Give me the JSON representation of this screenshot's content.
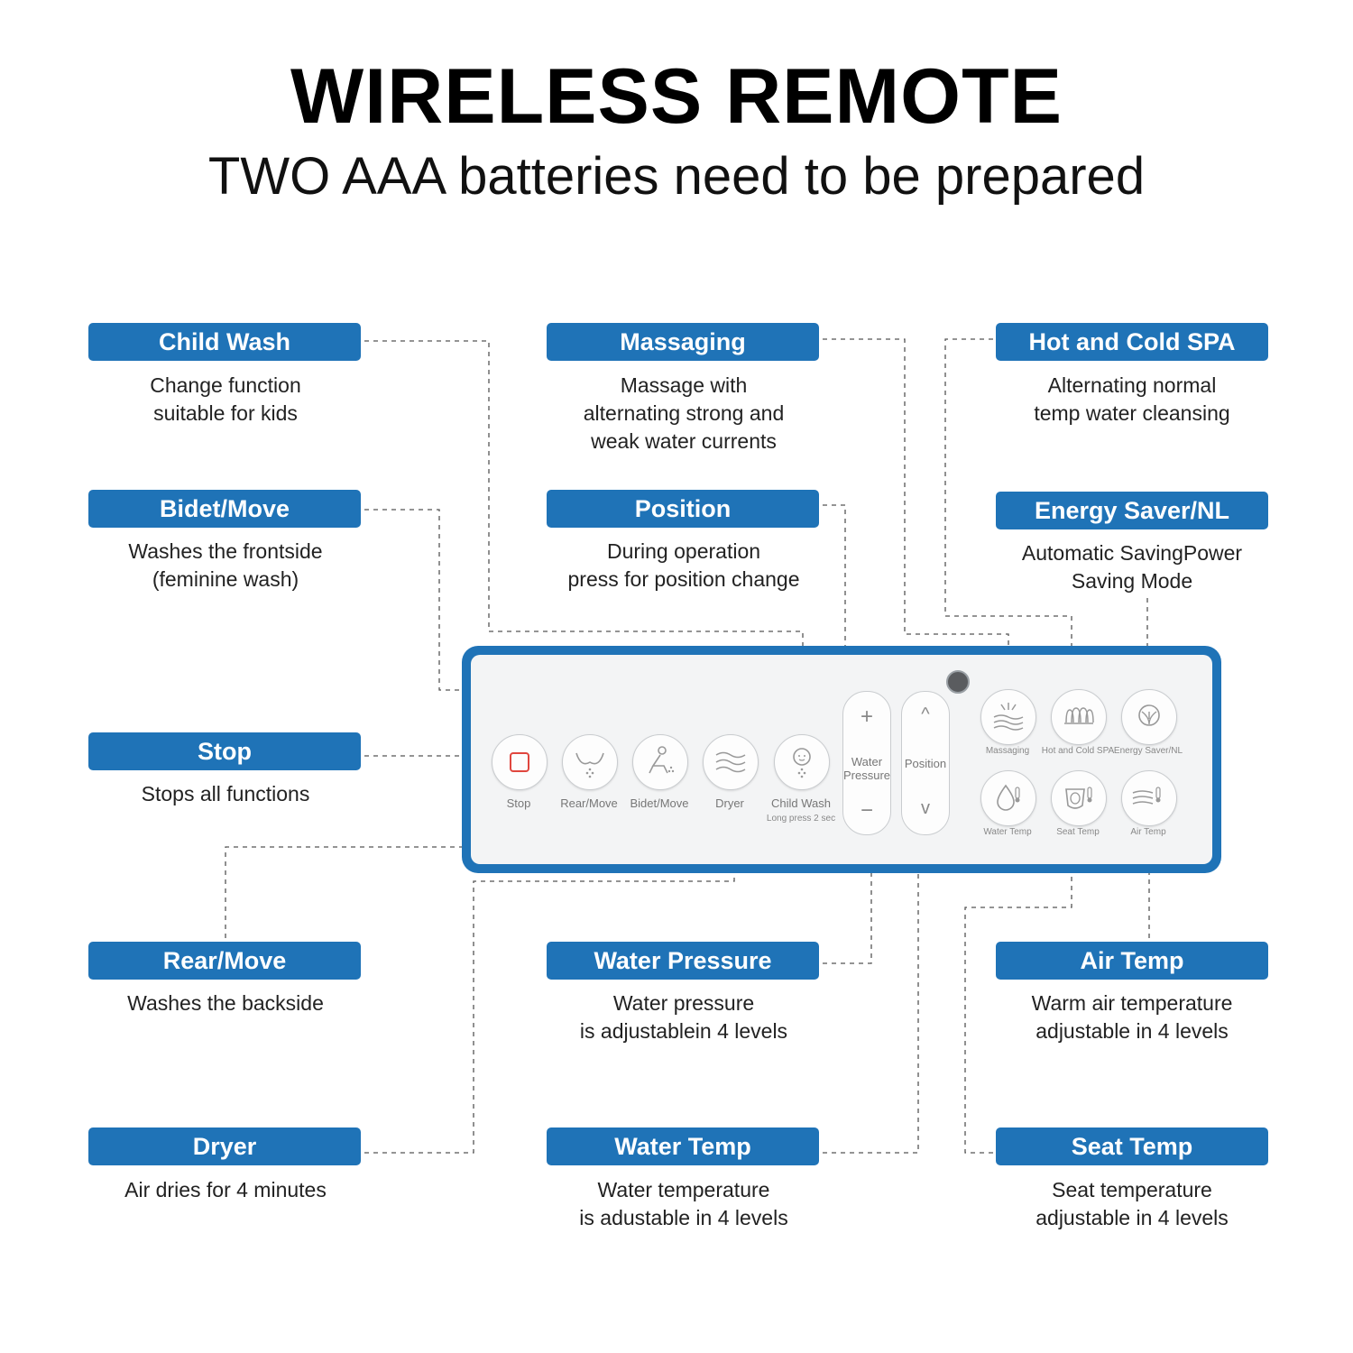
{
  "header": {
    "title": "WIRELESS REMOTE",
    "subtitle": "TWO AAA batteries need to be prepared"
  },
  "features": {
    "child_wash": {
      "label": "Child Wash",
      "desc": "Change function\nsuitable for kids"
    },
    "massaging": {
      "label": "Massaging",
      "desc": "Massage with\nalternating strong and\nweak water currents"
    },
    "hot_cold_spa": {
      "label": "Hot and Cold SPA",
      "desc": "Alternating normal\ntemp water cleansing"
    },
    "bidet_move": {
      "label": "Bidet/Move",
      "desc": "Washes the frontside\n(feminine wash)"
    },
    "position": {
      "label": "Position",
      "desc": "During operation\npress for position change"
    },
    "energy_saver": {
      "label": "Energy Saver/NL",
      "desc": "Automatic SavingPower\nSaving Mode"
    },
    "stop": {
      "label": "Stop",
      "desc": "Stops all functions"
    },
    "rear_move": {
      "label": "Rear/Move",
      "desc": "Washes the backside"
    },
    "water_pressure": {
      "label": "Water Pressure",
      "desc": "Water pressure\nis adjustablein 4 levels"
    },
    "air_temp": {
      "label": "Air Temp",
      "desc": "Warm air temperature\nadjustable in 4 levels"
    },
    "dryer": {
      "label": "Dryer",
      "desc": "Air dries for 4 minutes"
    },
    "water_temp": {
      "label": "Water Temp",
      "desc": "Water temperature\nis adustable in 4 levels"
    },
    "seat_temp": {
      "label": "Seat Temp",
      "desc": "Seat temperature\nadjustable in 4 levels"
    }
  },
  "remote": {
    "buttons": {
      "stop": "Stop",
      "rear_move": "Rear/Move",
      "bidet_move": "Bidet/Move",
      "dryer": "Dryer",
      "child_wash": "Child Wash",
      "child_wash_note": "Long press 2 sec",
      "water_pressure": "Water\nPressure",
      "position": "Position",
      "massaging": "Massaging",
      "hot_cold_spa": "Hot and Cold SPA",
      "energy_saver": "Energy Saver/NL",
      "water_temp": "Water Temp",
      "seat_temp": "Seat Temp",
      "air_temp": "Air Temp"
    },
    "plus_symbol": "+",
    "minus_symbol": "−",
    "up_symbol": "^",
    "down_symbol": "v"
  },
  "colors": {
    "accent": "#1f73b7",
    "stop_icon": "#e0463e"
  },
  "icons": [
    "stop-icon",
    "rear-wash-icon",
    "bidet-wash-icon",
    "dryer-icon",
    "child-wash-icon",
    "massage-icon",
    "spa-icon",
    "leaf-icon",
    "water-drop-thermometer-icon",
    "seat-thermometer-icon",
    "air-thermometer-icon"
  ]
}
